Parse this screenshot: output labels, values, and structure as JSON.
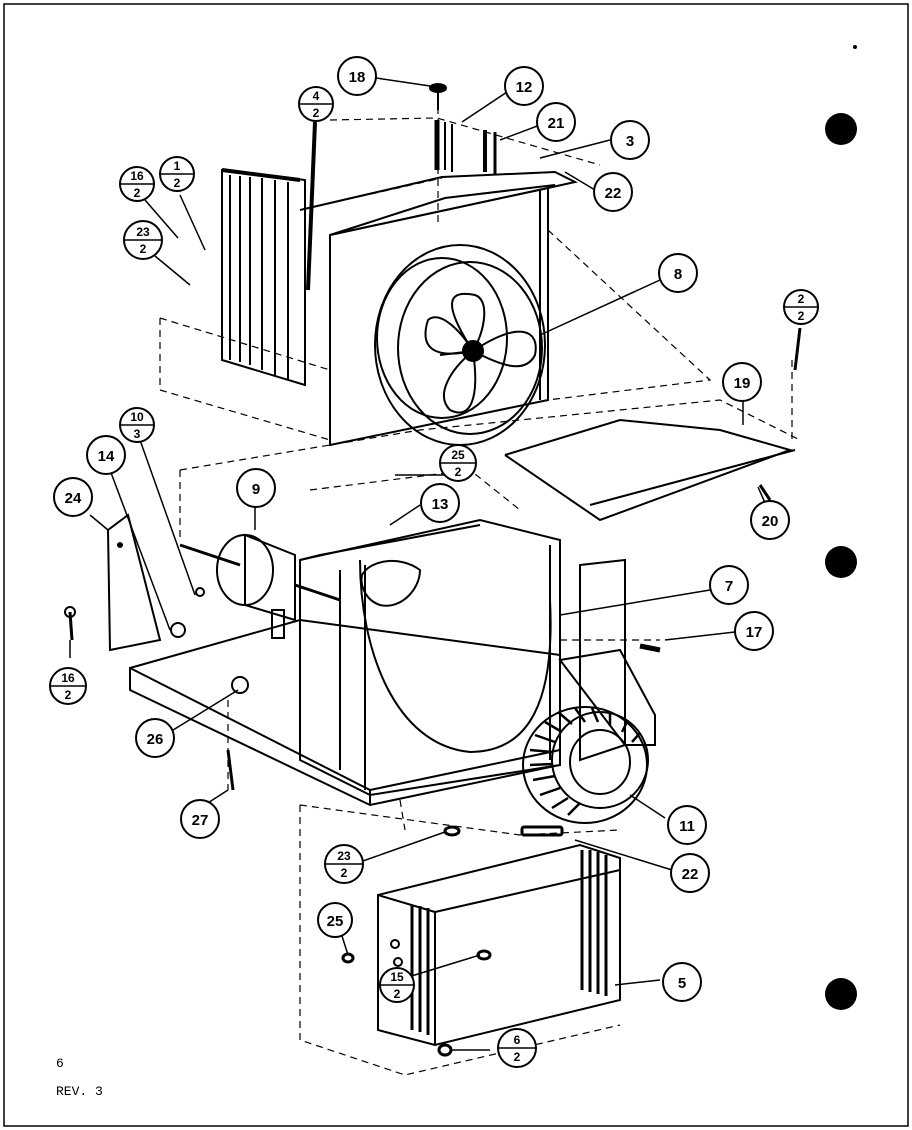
{
  "diagram": {
    "callouts": [
      {
        "id": "c18",
        "text": "18"
      },
      {
        "id": "c12",
        "text": "12"
      },
      {
        "id": "c21",
        "text": "21"
      },
      {
        "id": "c3",
        "text": "3"
      },
      {
        "id": "c22a",
        "text": "22"
      },
      {
        "id": "c8",
        "text": "8"
      },
      {
        "id": "c19",
        "text": "19"
      },
      {
        "id": "c20",
        "text": "20"
      },
      {
        "id": "c13",
        "text": "13"
      },
      {
        "id": "c9",
        "text": "9"
      },
      {
        "id": "c14",
        "text": "14"
      },
      {
        "id": "c24",
        "text": "24"
      },
      {
        "id": "c7",
        "text": "7"
      },
      {
        "id": "c17",
        "text": "17"
      },
      {
        "id": "c26",
        "text": "26"
      },
      {
        "id": "c27",
        "text": "27"
      },
      {
        "id": "c11",
        "text": "11"
      },
      {
        "id": "c22b",
        "text": "22"
      },
      {
        "id": "c25",
        "text": "25"
      },
      {
        "id": "c5",
        "text": "5"
      }
    ],
    "fraction_callouts": [
      {
        "id": "f4_2",
        "num": "4",
        "den": "2"
      },
      {
        "id": "f16_2a",
        "num": "16",
        "den": "2"
      },
      {
        "id": "f1_2",
        "num": "1",
        "den": "2"
      },
      {
        "id": "f23_2a",
        "num": "23",
        "den": "2"
      },
      {
        "id": "f2_2",
        "num": "2",
        "den": "2"
      },
      {
        "id": "f10_3",
        "num": "10",
        "den": "3"
      },
      {
        "id": "f25_2",
        "num": "25",
        "den": "2"
      },
      {
        "id": "f16_2b",
        "num": "16",
        "den": "2"
      },
      {
        "id": "f23_2b",
        "num": "23",
        "den": "2"
      },
      {
        "id": "f15_2",
        "num": "15",
        "den": "2"
      },
      {
        "id": "f6_2",
        "num": "6",
        "den": "2"
      }
    ]
  },
  "footer": {
    "page": "6",
    "revision": "REV. 3"
  }
}
